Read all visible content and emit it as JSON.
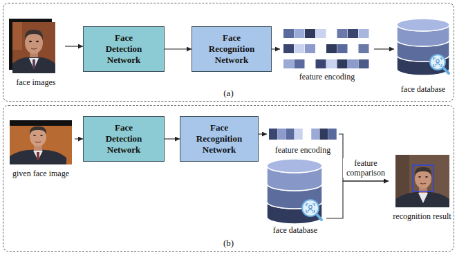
{
  "diagram": {
    "nodes": [
      {
        "text": [
          "(a)"
        ]
      },
      {
        "text": [
          "face images"
        ],
        "in": 0
      },
      {
        "text": [
          "Face Detection Network"
        ],
        "in": 0
      },
      {
        "text": [
          "Face Recognition Network"
        ],
        "in": 0
      },
      {
        "text": [
          "feature encoding"
        ],
        "in": 0
      },
      {
        "text": [
          "face database"
        ],
        "in": 0
      },
      {
        "text": [
          "(b)"
        ]
      },
      {
        "text": [
          "given face image"
        ],
        "in": 6
      },
      {
        "text": [
          "Face Detection Network"
        ],
        "in": 6
      },
      {
        "text": [
          "Face Recognition Network"
        ],
        "in": 6
      },
      {
        "text": [
          "feature encoding"
        ],
        "in": 6
      },
      {
        "text": [
          "face database"
        ],
        "in": 6
      },
      {
        "text": [
          "recognition result"
        ],
        "in": 6
      }
    ],
    "edges": [
      {
        "from": 1,
        "to": 2,
        "arrow": "to"
      },
      {
        "from": 2,
        "to": 3,
        "arrow": "to"
      },
      {
        "from": 3,
        "to": 4,
        "arrow": "to"
      },
      {
        "from": 4,
        "to": 5,
        "arrow": "to"
      },
      {
        "from": 7,
        "to": 8,
        "arrow": "to"
      },
      {
        "from": 8,
        "to": 9,
        "arrow": "to"
      },
      {
        "from": 9,
        "to": 10,
        "arrow": "to"
      },
      {
        "from": 10,
        "to": 12,
        "label": "feature comparison",
        "arrow": "to"
      },
      {
        "from": 11,
        "to": 12,
        "arrow": "to"
      }
    ]
  }
}
